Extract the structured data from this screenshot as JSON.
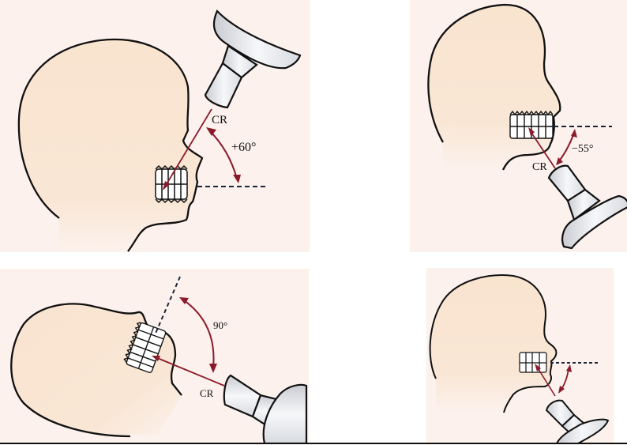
{
  "figure": {
    "type": "dental radiography projection diagrams",
    "colors": {
      "panel_background": "#fcf1ec",
      "skin": "#f9e6d4",
      "outline": "#111111",
      "central_ray": "#8b1a2b",
      "tube": "#e4e6ea"
    },
    "panels": [
      {
        "id": "a",
        "cr_label": "CR",
        "angle_label": "+60°",
        "angle_deg": 60,
        "reference": "horizontal dashed line"
      },
      {
        "id": "b",
        "cr_label": "CR",
        "angle_label": "−55°",
        "angle_deg": -55,
        "reference": "horizontal dashed line"
      },
      {
        "id": "c",
        "cr_label": "CR",
        "angle_label": "90°",
        "angle_deg": 90,
        "reference": "occlusal plane dashed line"
      },
      {
        "id": "d",
        "cr_label": "",
        "angle_label": "",
        "angle_deg": null,
        "reference": "horizontal dashed line"
      }
    ]
  }
}
